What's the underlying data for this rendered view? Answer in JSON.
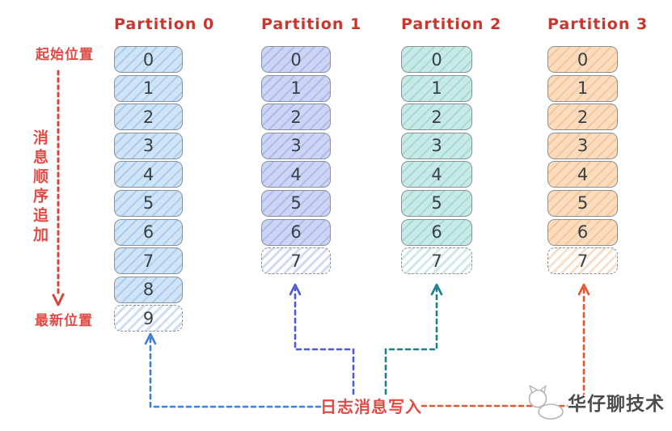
{
  "left_panel": {
    "start_label": "起始位置",
    "append_label": "消息顺序追加",
    "latest_label": "最新位置"
  },
  "partitions": [
    {
      "title": "Partition 0",
      "cells": [
        "0",
        "1",
        "2",
        "3",
        "4",
        "5",
        "6",
        "7",
        "8",
        "9"
      ],
      "last_cell_dashed": true,
      "fill": "#cfe5f7",
      "hatch": "rgba(88,148,214,0.30)",
      "arrow_color_key": "arrow_blue"
    },
    {
      "title": "Partition 1",
      "cells": [
        "0",
        "1",
        "2",
        "3",
        "4",
        "5",
        "6",
        "7"
      ],
      "last_cell_dashed": true,
      "fill": "#cdd5f5",
      "hatch": "rgba(105,115,212,0.28)",
      "arrow_color_key": "arrow_indigo"
    },
    {
      "title": "Partition 2",
      "cells": [
        "0",
        "1",
        "2",
        "3",
        "4",
        "5",
        "6",
        "7"
      ],
      "last_cell_dashed": true,
      "fill": "#c8eae7",
      "hatch": "rgba(70,170,170,0.26)",
      "arrow_color_key": "arrow_teal"
    },
    {
      "title": "Partition 3",
      "cells": [
        "0",
        "1",
        "2",
        "3",
        "4",
        "5",
        "6",
        "7"
      ],
      "last_cell_dashed": true,
      "fill": "#fbdcbd",
      "hatch": "rgba(228,148,82,0.30)",
      "arrow_color_key": "arrow_orange"
    }
  ],
  "footer": {
    "write_label": "日志消息写入"
  },
  "watermark": {
    "text": "华仔聊技术",
    "logo_icon": "cat-logo"
  },
  "colors": {
    "label_red": "#e14b45",
    "title_red": "#cc352c",
    "arrow_red": "#d9453c",
    "arrow_blue": "#3d7fd4",
    "arrow_indigo": "#4a5bd4",
    "arrow_teal": "#1d7f8d",
    "arrow_orange": "#e8562b",
    "cell_border": "#8a9097",
    "cell_number": "#394047"
  }
}
